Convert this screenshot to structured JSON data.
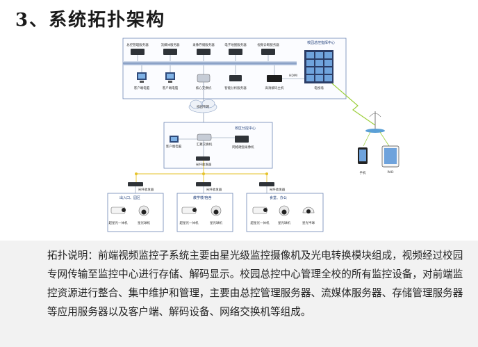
{
  "title": "3、系统拓扑架构",
  "diagram": {
    "control_center_label": "校园总控指挥中心",
    "servers": [
      "总控管理服务器",
      "流媒体服务器",
      "录像存储服务器",
      "电子地图服务器",
      "视频诊断服务器"
    ],
    "client_label": "客户端电脑",
    "core_switch_label": "核心交换机",
    "analysis_server_label": "智能分析服务器",
    "decoder_label": "高清解码主机",
    "hdmi_label": "HDMI",
    "videowall_label": "电视墙",
    "campus_net_label": "校园专网",
    "sub_center_label": "校区分控中心",
    "agg_switch_label": "汇聚交换机",
    "nvr_label": "网络硬盘录像机",
    "optical_receiver_label": "光纤收发器",
    "optical_transmitter_label": "光纤收发器",
    "mobile_phone_label": "手机",
    "pad_label": "PAD",
    "front_groups": [
      {
        "title": "出入口、园区",
        "cameras": [
          "超星光一体机",
          "星光球机"
        ]
      },
      {
        "title": "教学楼/宿舍",
        "cameras": [
          "超星光一体机",
          "星光球机"
        ]
      },
      {
        "title": "食堂、办公",
        "cameras": [
          "超星光一体机",
          "星光球机",
          "星光半球"
        ]
      }
    ]
  },
  "caption": "拓扑说明：前端视频监控子系统主要由星光级监控摄像机及光电转换模块组成，视频经过校园专网传输至监控中心进行存储、解码显示。校园总控中心管理全校的所有监控设备，对前端监控资源进行整合、集中维护和管理，主要由总控管理服务器、流媒体服务器、存储管理服务器等应用服务器以及客户端、解码设备、网络交换机等组成。"
}
